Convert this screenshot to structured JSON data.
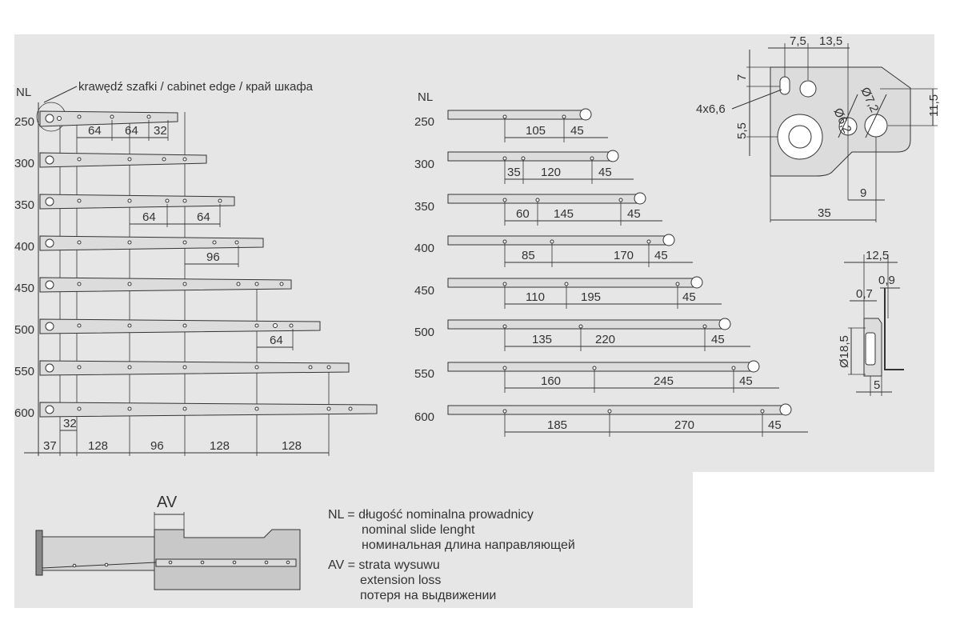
{
  "left_panel": {
    "nl_label": "NL",
    "edge_label": "krawędź szafki / cabinet edge / край шкафа",
    "rows": [
      {
        "nl": "250",
        "dims": [
          "64",
          "64",
          "32"
        ]
      },
      {
        "nl": "300",
        "dims": []
      },
      {
        "nl": "350",
        "dims": [
          "64",
          "64"
        ]
      },
      {
        "nl": "400",
        "dims": [
          "96"
        ]
      },
      {
        "nl": "450",
        "dims": []
      },
      {
        "nl": "500",
        "dims": [
          "64"
        ]
      },
      {
        "nl": "550",
        "dims": []
      },
      {
        "nl": "600",
        "dims": [
          "32"
        ]
      }
    ],
    "bottom_dims": [
      "37",
      "128",
      "96",
      "128",
      "128"
    ]
  },
  "right_panel": {
    "nl_label": "NL",
    "rows": [
      {
        "nl": "250",
        "dims": [
          "105",
          "45"
        ]
      },
      {
        "nl": "300",
        "dims": [
          "35",
          "120",
          "45"
        ]
      },
      {
        "nl": "350",
        "dims": [
          "60",
          "145",
          "45"
        ]
      },
      {
        "nl": "400",
        "dims": [
          "85",
          "170",
          "45"
        ]
      },
      {
        "nl": "450",
        "dims": [
          "110",
          "195",
          "45"
        ]
      },
      {
        "nl": "500",
        "dims": [
          "135",
          "220",
          "45"
        ]
      },
      {
        "nl": "550",
        "dims": [
          "160",
          "245",
          "45"
        ]
      },
      {
        "nl": "600",
        "dims": [
          "185",
          "270",
          "45"
        ]
      }
    ]
  },
  "bracket_detail": {
    "d1": "7,5",
    "d2": "13,5",
    "d3": "7",
    "d4": "4x6,6",
    "d5": "Ø6,2",
    "d6": "Ø7,2",
    "d7": "11,5",
    "d8": "5,5",
    "d9": "9",
    "d10": "35"
  },
  "profile_detail": {
    "d1": "12,5",
    "d2": "0,9",
    "d3": "0,7",
    "d4": "Ø18,5",
    "d5": "5"
  },
  "av_label": "AV",
  "legend": {
    "nl_line1": "NL = długość nominalna prowadnicy",
    "nl_line2": "nominal slide lenght",
    "nl_line3": "номинальная длина направляющей",
    "av_line1": "AV = strata wysuwu",
    "av_line2": "extension loss",
    "av_line3": "потеря на выдвижении"
  }
}
